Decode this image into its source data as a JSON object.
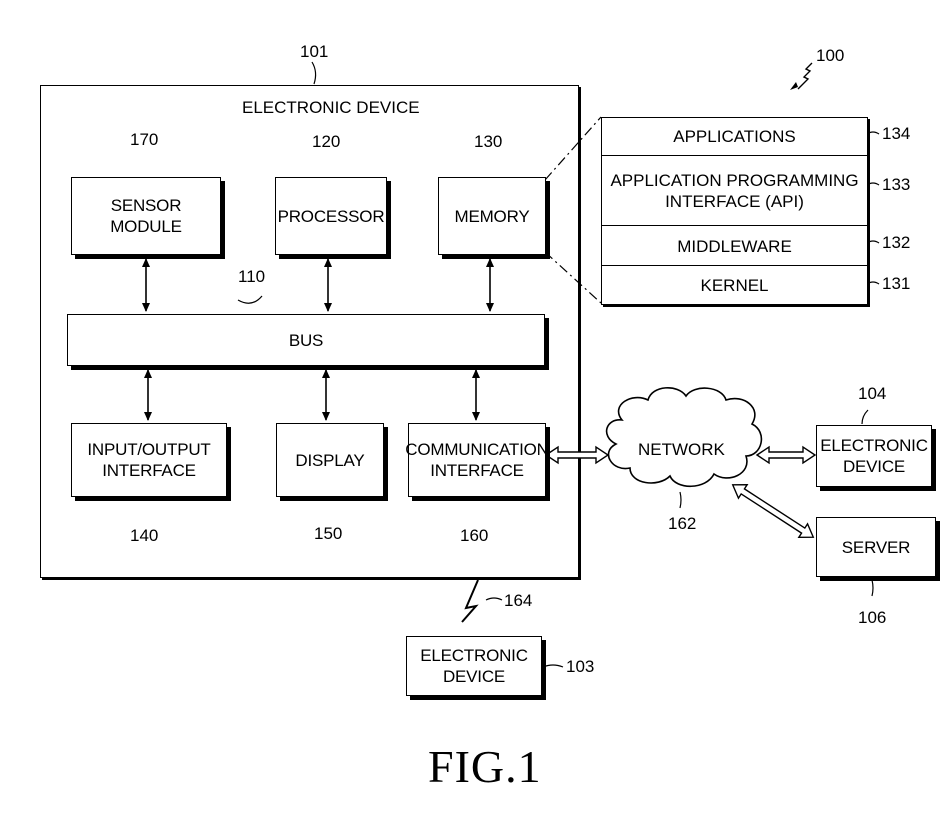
{
  "figure": {
    "number": "100",
    "caption": "FIG.1"
  },
  "device": {
    "ref": "101",
    "title": "ELECTRONIC DEVICE",
    "sensor": {
      "ref": "170",
      "label": "SENSOR\nMODULE"
    },
    "processor": {
      "ref": "120",
      "label": "PROCESSOR"
    },
    "memory": {
      "ref": "130",
      "label": "MEMORY"
    },
    "bus": {
      "ref": "110",
      "label": "BUS"
    },
    "io": {
      "ref": "140",
      "label": "INPUT/OUTPUT\nINTERFACE"
    },
    "display": {
      "ref": "150",
      "label": "DISPLAY"
    },
    "comm": {
      "ref": "160",
      "label": "COMMUNICATION\nINTERFACE"
    }
  },
  "memory_stack": [
    {
      "ref": "134",
      "label": "APPLICATIONS"
    },
    {
      "ref": "133",
      "label": "APPLICATION PROGRAMMING\nINTERFACE (API)"
    },
    {
      "ref": "132",
      "label": "MIDDLEWARE"
    },
    {
      "ref": "131",
      "label": "KERNEL"
    }
  ],
  "network": {
    "ref": "162",
    "label": "NETWORK"
  },
  "device_104": {
    "ref": "104",
    "label": "ELECTRONIC\nDEVICE"
  },
  "server": {
    "ref": "106",
    "label": "SERVER"
  },
  "device_103": {
    "ref": "103",
    "label": "ELECTRONIC\nDEVICE"
  },
  "wireless_link": {
    "ref": "164"
  }
}
